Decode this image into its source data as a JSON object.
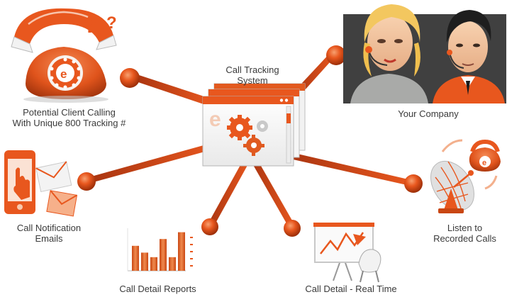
{
  "diagram": {
    "accent_color": "#e8571e",
    "hub": {
      "label_line1": "Call Tracking",
      "label_line2": "System"
    },
    "nodes": [
      {
        "id": "client",
        "label_line1": "Potential Client Calling",
        "label_line2": "With Unique 800 Tracking #",
        "icon": "telephone-icon"
      },
      {
        "id": "company",
        "label_line1": "Your Company",
        "label_line2": "",
        "icon": "people-icon"
      },
      {
        "id": "emails",
        "label_line1": "Call Notification",
        "label_line2": "Emails",
        "icon": "phone-mail-icon"
      },
      {
        "id": "recorded",
        "label_line1": "Listen to",
        "label_line2": "Recorded Calls",
        "icon": "satellite-dish-icon"
      },
      {
        "id": "reports",
        "label_line1": "Call Detail Reports",
        "label_line2": "",
        "icon": "bar-chart-icon"
      },
      {
        "id": "realtime",
        "label_line1": "Call Detail - Real Time",
        "label_line2": "",
        "icon": "presentation-board-icon"
      }
    ],
    "bars_chart_values": [
      0.55,
      0.4,
      0.3,
      0.7,
      0.3,
      0.85
    ]
  }
}
